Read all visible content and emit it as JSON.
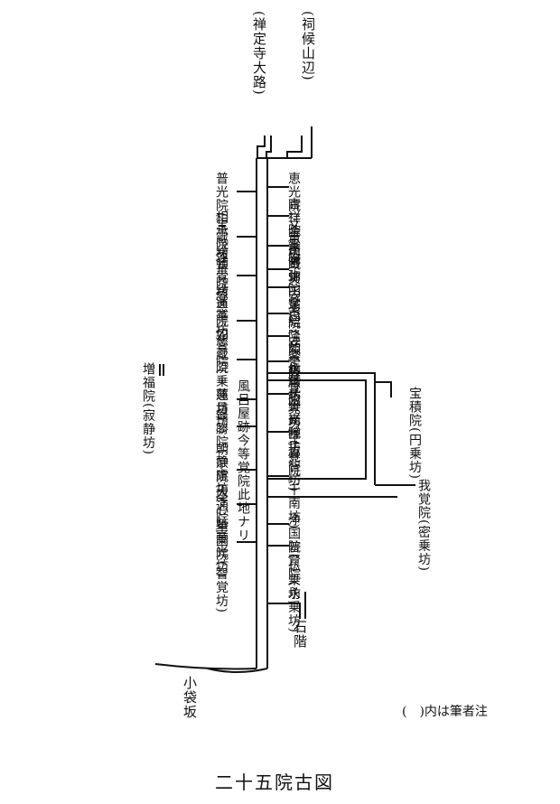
{
  "top": {
    "street1": "(禅定寺大路)",
    "street2": "(祠候山辺)"
  },
  "right_labels": [
    {
      "name": "恵光院",
      "note": "(文恵坊)"
    },
    {
      "name": "吉祥院",
      "note": "(南蔵坊)"
    },
    {
      "name": "金乗院",
      "note": "(実円坊)"
    },
    {
      "name": "阿弥陀堂口",
      "note": ""
    },
    {
      "name": "安楽院",
      "note": "(安楽坊)"
    },
    {
      "name": "紹隆院",
      "note": "(永厳坊)"
    },
    {
      "name": "如是院",
      "note": "(悉覚坊)"
    },
    {
      "name": "等覚院",
      "note": "(南禅坊)"
    },
    {
      "name": "実光院",
      "note": "(真智坊)"
    },
    {
      "name": "正覚院",
      "note": "(千南坊)"
    }
  ],
  "left_labels": [
    {
      "name": "普光院",
      "note": "(宝蔵坊)"
    },
    {
      "name": "相承院",
      "note": "(頓覚坊)"
    },
    {
      "name": "蓮華院",
      "note": "(蓮華坊)"
    },
    {
      "name": "慈恩院",
      "note": "(慈蔵院・慈月坊)"
    },
    {
      "name": "如意院",
      "note": "(乗蓮坊)"
    },
    {
      "name": "増福院",
      "note": "(寂静坊)"
    },
    {
      "name": "最勝院",
      "note": "(静慮坊)"
    },
    {
      "name": "朝宗院",
      "note": "(座心坊)"
    },
    {
      "name": "大通院",
      "note": "(華光坊)"
    },
    {
      "name": "華園院",
      "note": "(智覚坊)"
    }
  ],
  "inscription": "風呂屋跡今等覚院此地ナリ",
  "branch_labels": [
    {
      "name": "宝積院",
      "note": "(円乗坊)"
    },
    {
      "name": "我覚院",
      "note": "(密乗坊)"
    }
  ],
  "lower_right": [
    {
      "name": "浄国院",
      "note": "(仏乗坊)"
    },
    {
      "name": "普賢院",
      "note": "(永乗坊)"
    }
  ],
  "stairs": "石階",
  "slope": "小袋坂",
  "footnote": "(　)内は筆者注",
  "caption": "二十五院古図"
}
